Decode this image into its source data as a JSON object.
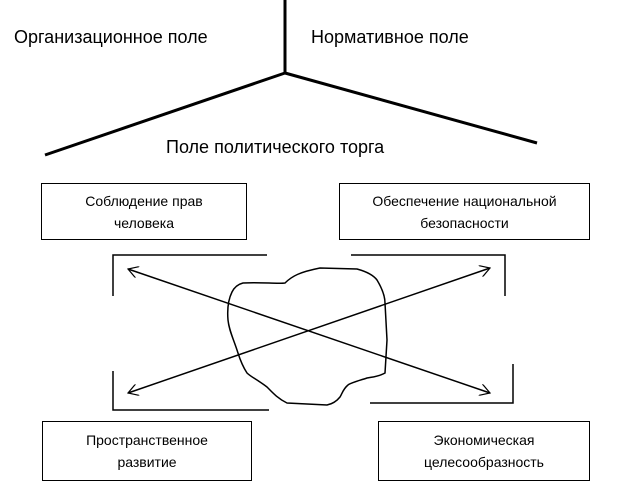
{
  "fields": {
    "organizational": "Организационное поле",
    "normative": "Нормативное поле",
    "political_bargaining": "Поле политического торга"
  },
  "boxes": {
    "top_left": {
      "line1": "Соблюдение прав",
      "line2": "человека"
    },
    "top_right": {
      "line1": "Обеспечение национальной",
      "line2": "безопасности"
    },
    "bottom_left": {
      "line1": "Пространственное",
      "line2": "развитие"
    },
    "bottom_right": {
      "line1": "Экономическая",
      "line2": "целесообразность"
    }
  },
  "colors": {
    "stroke": "#000000",
    "background": "#ffffff"
  }
}
